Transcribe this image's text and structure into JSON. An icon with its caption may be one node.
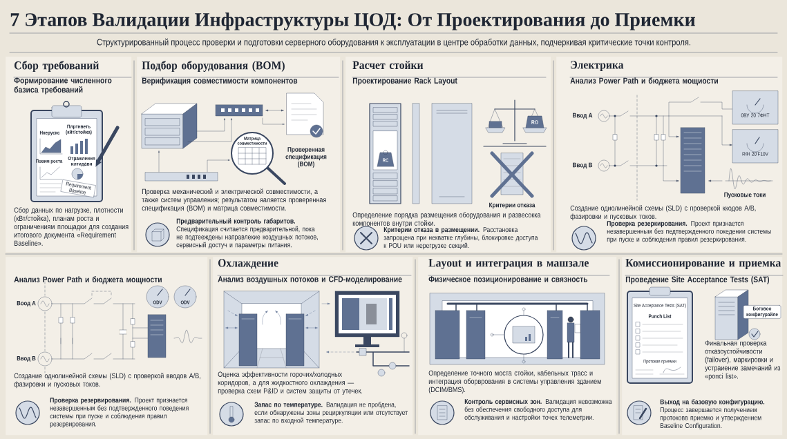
{
  "diagram": {
    "title": "7 Этапов Валидации Инфраструктуры ЦОД: От Проектирования до Приемки",
    "nodes": [
      {
        "text": [
          "Сбор требований",
          "Формирование численного базиса требований",
          "Сбор данных по нагрузке, плотности (кВт/стойка), планам роста и ограничениям площадки для создания итогового документа «Requirement Baseline»."
        ]
      },
      {
        "text": [
          "Подбор оборудования (BOM)",
          "Верификация совместимости компонентов",
          "Проверка механический и электрической совместимости, а также систем управления; результатом яаляется проверенная спецификация (BOM) и матрица совместимости.",
          "**Предварительный контроль габаритов.** Спецификация считается предварительной, пока не подтееждены направлекие коздушных потоков, сервисный достуч и параметры питания."
        ]
      },
      {
        "text": [
          "Расчет стойки",
          "Проектирование Rack Layout",
          "Определение порядка размещения оборудования и развесокка компонентов внутри стойки.",
          "**Критерии отказа в размещении.** Расстановка запрощена при некватке глубины, блокировке доступа к POU или нерегрузке секций."
        ]
      },
      {
        "text": [
          "Электрика",
          "Анализ Power Path и бюджета мощиости",
          "Создание одиолинейной схемы (SLD) с проверкой ккодов A/B, фазировки и пусковых токов.",
          "**Проверка резеркирования.** Проект признается незавершенным без педтвержденного покедении системы при пуске и соблюдения правил резеркирования."
        ]
      },
      {
        "text": [
          "Анализ Power Path и бюджета мощности",
          "Создание однолинейной схемы (SLD) с проверкой вводов A/B, фазировки и пусковых токов.",
          "**Проверка резервирования.** Проект признается незавершенным без подтвержденного поведения системы при пуске и соблюдения правил резервирования."
        ]
      },
      {
        "text": [
          "Охлаждение",
          "Анализ воздушных потоков и CFD-моделирование",
          "Оценка эффективности горочих/холодных коридоров, а для жидкостного охлаждения — проверка схем P&ID и систем защиты от утечек.",
          "**Запас по температуре.** Валидация не пробдена, если обнаружены зоны рециркуляции или отсутствует запас по входной температуре."
        ]
      },
      {
        "text": [
          "Layout и интеграция в машзале",
          "Физическое позиционирование и связность",
          "Определение точного моста стойки, кабельных трасс и интеграция оборврования в системы управления зданием (DCIM/BMS).",
          "**Контроль сервисных зон.** Валидация невозможна без обеспечения свободного доступа для обслуживания и настройки точех телеметрии."
        ]
      },
      {
        "text": [
          "Комиссионирование и приемка",
          "Проведение Site Acceptance Tests (SAT)",
          "Финальная проверка отказоустойчивости (failover), маркировки и устраиение замечаний из «ропсі list».",
          "**Выход на базовую конфигурацию.** Процесс завершается получением протоковв приемко и утверждением Baseline Configuration."
        ]
      }
    ],
    "labels": [
      "Структурированный процесс проверки и подготовки серверного оборудования к эксплуатации в центре обработки данных, подчеркивая критические точки контроля.",
      "Нкерускс",
      "Плртнветь (кйт/стойка)",
      "Повим роста",
      "Отражлеиня илтидавн",
      "Requirement Baseline",
      "Матрица совместимости",
      "Проверенная спецификация (BOM)",
      "RC",
      "RO",
      "Критерии отказа",
      "Ввод А",
      "0ВУ 20 7ФНТ",
      "RФI 20'F10V",
      "Ввод В",
      "Пусковые токи",
      "Воод А",
      "ODV",
      "ODV",
      "Ввод В",
      "Site Acceptance Tests (SAT)",
      "Punch List",
      "Протокая приемки",
      "Боговоо конфигурайле"
    ]
  }
}
